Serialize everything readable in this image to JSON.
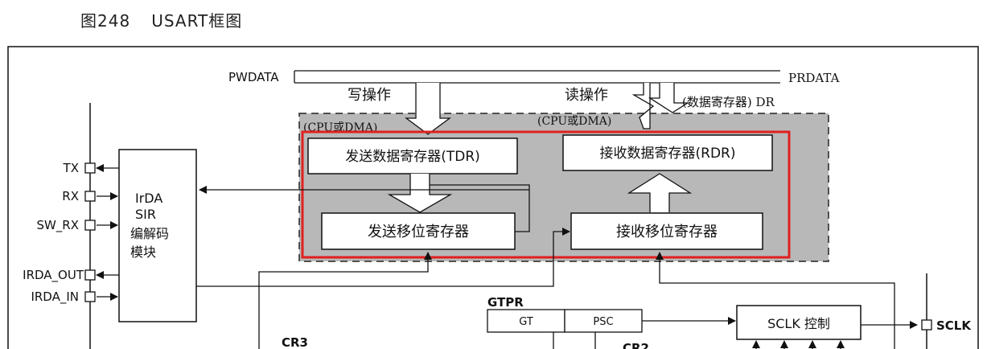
{
  "figure": {
    "number": "图248",
    "caption": "USART框图"
  },
  "bus": {
    "pwdata": "PWDATA",
    "prdata": "PRDATA"
  },
  "ops": {
    "write": "写操作",
    "read": "读操作",
    "dr_label": "(数据寄存器) DR"
  },
  "cpu_dma_left": "(CPU或DMA)",
  "cpu_dma_right": "(CPU或DMA)",
  "registers": {
    "tdr": "发送数据寄存器(TDR)",
    "rdr": "接收数据寄存器(RDR)",
    "tx_shift": "发送移位寄存器",
    "rx_shift": "接收移位寄存器"
  },
  "irda": {
    "line1": "IrDA",
    "line2": "SIR",
    "line3": "编解码",
    "line4": "模块"
  },
  "pins": {
    "tx": "TX",
    "rx": "RX",
    "sw_rx": "SW_RX",
    "irda_out": "IRDA_OUT",
    "irda_in": "IRDA_IN",
    "sclk": "SCLK"
  },
  "gtpr": {
    "title": "GTPR",
    "gt": "GT",
    "psc": "PSC"
  },
  "sclk_ctrl": "SCLK 控制",
  "cr3": "CR3",
  "cr2": "CR2",
  "colors": {
    "highlight": "#e02020",
    "shade": "#b8b8b8",
    "line": "#111111"
  }
}
